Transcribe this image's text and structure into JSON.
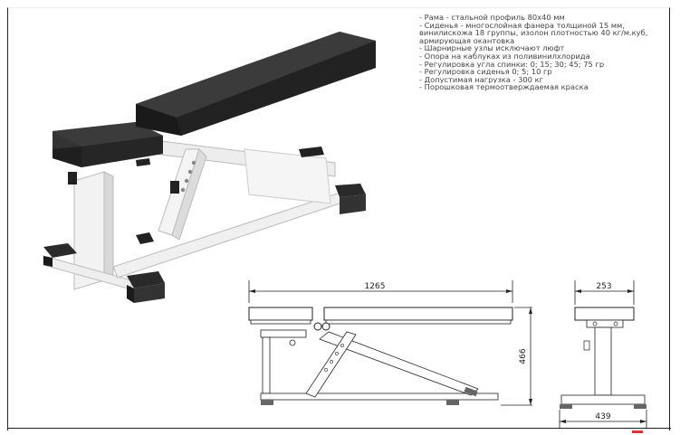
{
  "specs": [
    "- Рама - стальной профиль 80x40 мм",
    "- Сиденья - многослойная фанера толщиной 15 мм,",
    "винилискожа 18 группы, изолон плотностью 40 кг/м.куб,",
    "армирующая окантовка",
    "- Шарнирные узлы исключают люфт",
    "- Опора на каблуках из поливинилхлорида",
    "- Регулировка угла спинки: 0; 15; 30; 45; 75 гр",
    "- Регулировка сиденья 0; 5; 10 гр",
    "- Допустимая нагрузка - 300 кг",
    "- Порошковая термоотверждаемая краска"
  ],
  "dimensions": {
    "length": "1265",
    "height": "466",
    "top_width": "253",
    "base_width": "439"
  }
}
